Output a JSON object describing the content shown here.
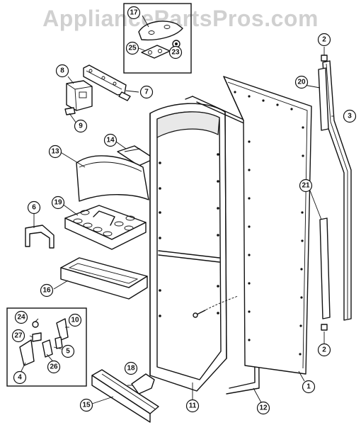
{
  "watermark": "AppliancePartsPros.com",
  "diagram": {
    "callouts": [
      {
        "id": "c1",
        "label": "1"
      },
      {
        "id": "c2a",
        "label": "2"
      },
      {
        "id": "c2b",
        "label": "2"
      },
      {
        "id": "c3",
        "label": "3"
      },
      {
        "id": "c4",
        "label": "4"
      },
      {
        "id": "c5",
        "label": "5"
      },
      {
        "id": "c6",
        "label": "6"
      },
      {
        "id": "c7",
        "label": "7"
      },
      {
        "id": "c8",
        "label": "8"
      },
      {
        "id": "c9",
        "label": "9"
      },
      {
        "id": "c10",
        "label": "10"
      },
      {
        "id": "c11",
        "label": "11"
      },
      {
        "id": "c12",
        "label": "12"
      },
      {
        "id": "c13",
        "label": "13"
      },
      {
        "id": "c14",
        "label": "14"
      },
      {
        "id": "c15",
        "label": "15"
      },
      {
        "id": "c16",
        "label": "16"
      },
      {
        "id": "c17",
        "label": "17"
      },
      {
        "id": "c18",
        "label": "18"
      },
      {
        "id": "c19",
        "label": "19"
      },
      {
        "id": "c20",
        "label": "20"
      },
      {
        "id": "c21",
        "label": "21"
      },
      {
        "id": "c23",
        "label": "23"
      },
      {
        "id": "c24",
        "label": "24"
      },
      {
        "id": "c25",
        "label": "25"
      },
      {
        "id": "c26",
        "label": "26"
      },
      {
        "id": "c27",
        "label": "27"
      }
    ]
  }
}
